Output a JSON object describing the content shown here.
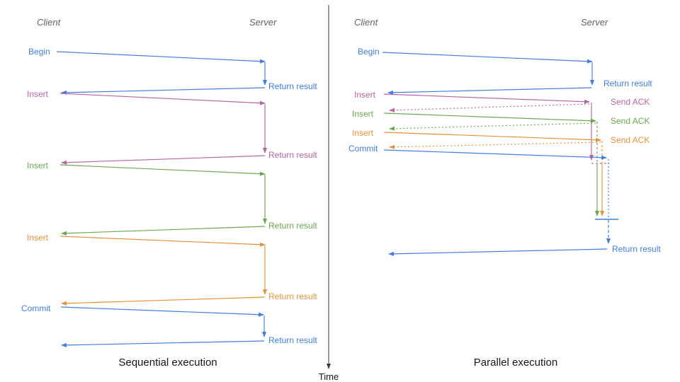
{
  "colors": {
    "blue": "#3f7de0",
    "pink": "#b9639f",
    "green": "#69a84f",
    "orange": "#e6913a",
    "header_gray": "#5f6368",
    "axis": "#3a3a3a",
    "text_black": "#161616"
  },
  "time_axis": {
    "label": "Time"
  },
  "left_panel": {
    "title": "Sequential execution",
    "client_header": "Client",
    "server_header": "Server",
    "messages": [
      {
        "request": "Begin",
        "response": "Return result",
        "color": "blue"
      },
      {
        "request": "Insert",
        "response": "Return result",
        "color": "pink"
      },
      {
        "request": "Insert",
        "response": "Return result",
        "color": "green"
      },
      {
        "request": "Insert",
        "response": "Return result",
        "color": "orange"
      },
      {
        "request": "Commit",
        "response": "Return result",
        "color": "blue"
      }
    ]
  },
  "right_panel": {
    "title": "Parallel execution",
    "client_header": "Client",
    "server_header": "Server",
    "messages": [
      {
        "request": "Begin",
        "response": "Return result",
        "color": "blue"
      },
      {
        "request": "Insert",
        "response": "Send ACK",
        "color": "pink"
      },
      {
        "request": "Insert",
        "response": "Send ACK",
        "color": "green"
      },
      {
        "request": "Insert",
        "response": "Send ACK",
        "color": "orange"
      },
      {
        "request": "Commit",
        "response": "Return result",
        "color": "blue"
      }
    ]
  }
}
